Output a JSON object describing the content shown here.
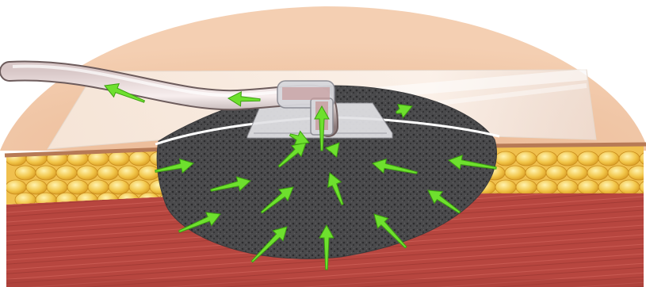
{
  "diagram": {
    "subject": "negative-pressure-wound-therapy",
    "layers": [
      "skin-surface",
      "subcutaneous-fat",
      "muscle"
    ],
    "components": [
      "drainage-tube",
      "tube-connector",
      "transparent-drape",
      "foam-dressing"
    ],
    "arrow_color": "#6ee02e",
    "arrow_count": 18
  }
}
